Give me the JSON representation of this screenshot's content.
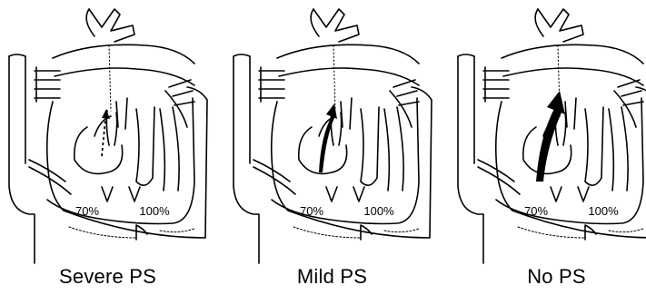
{
  "panels": [
    {
      "title": "Severe PS",
      "left_pct": "70%",
      "right_pct": "100%",
      "flow": "dashed-small"
    },
    {
      "title": "Mild PS",
      "left_pct": "70%",
      "right_pct": "100%",
      "flow": "medium"
    },
    {
      "title": "No PS",
      "left_pct": "70%",
      "right_pct": "100%",
      "flow": "large"
    }
  ],
  "colors": {
    "ink": "#000000",
    "background": "#ffffff"
  }
}
